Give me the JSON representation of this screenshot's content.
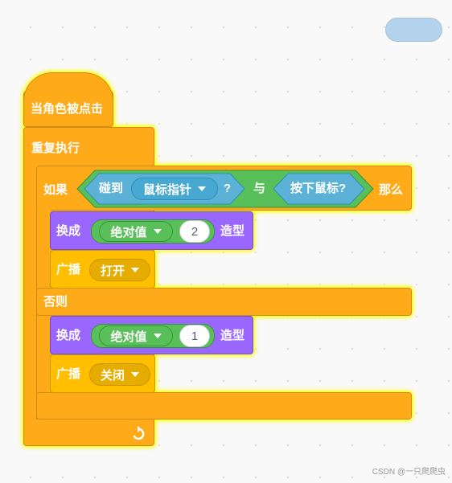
{
  "script": {
    "hat": {
      "label": "当角色被点击"
    },
    "forever": {
      "label": "重复执行"
    },
    "if_else": {
      "if_label": "如果",
      "then_label": "那么",
      "else_label": "否则",
      "condition": {
        "operator_label": "与",
        "touching": {
          "label": "碰到",
          "target": "鼠标指针",
          "suffix": "?"
        },
        "mouse_down": {
          "label": "按下鼠标?"
        }
      },
      "then_blocks": [
        {
          "type": "switch_costume",
          "label": "换成",
          "reporter": "绝对值",
          "value": "2",
          "suffix": "造型"
        },
        {
          "type": "broadcast",
          "label": "广播",
          "message": "打开"
        }
      ],
      "else_blocks": [
        {
          "type": "switch_costume",
          "label": "换成",
          "reporter": "绝对值",
          "value": "1",
          "suffix": "造型"
        },
        {
          "type": "broadcast",
          "label": "广播",
          "message": "关闭"
        }
      ]
    },
    "loop_icon": "loop-arrow-icon"
  },
  "colors": {
    "control": "#ffab19",
    "looks": "#9966ff",
    "events": "#ffbf00",
    "operators": "#59c059",
    "sensing": "#5cb1d6",
    "highlight": "#ffff00"
  },
  "watermark": "CSDN @一只爬爬虫"
}
